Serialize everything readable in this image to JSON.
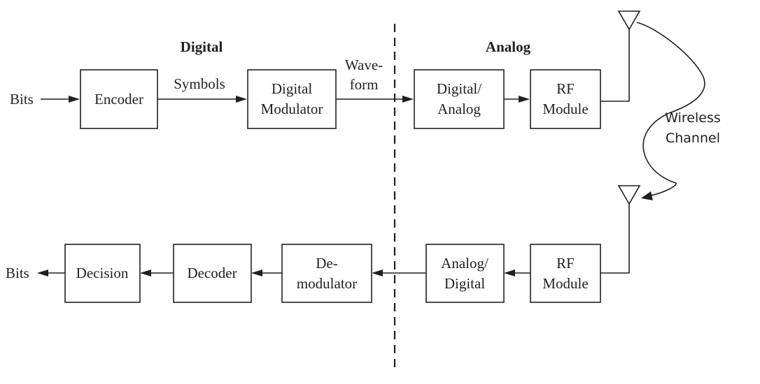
{
  "headings": {
    "digital": "Digital",
    "analog": "Analog"
  },
  "transmitter": {
    "input_label": "Bits",
    "encoder": [
      "Encoder"
    ],
    "symbols_label": "Symbols",
    "digital_modulator": [
      "Digital",
      "Modulator"
    ],
    "waveform_label": [
      "Wave-",
      "form"
    ],
    "digital_analog": [
      "Digital/",
      "Analog"
    ],
    "rf_module": [
      "RF",
      "Module"
    ]
  },
  "channel": {
    "label": [
      "Wireless",
      "Channel"
    ]
  },
  "receiver": {
    "rf_module": [
      "RF",
      "Module"
    ],
    "analog_digital": [
      "Analog/",
      "Digital"
    ],
    "demodulator": [
      "De-",
      "modulator"
    ],
    "decoder": [
      "Decoder"
    ],
    "decision": [
      "Decision"
    ],
    "output_label": "Bits"
  },
  "colors": {
    "ink": "#231f20",
    "background": "#ffffff"
  }
}
